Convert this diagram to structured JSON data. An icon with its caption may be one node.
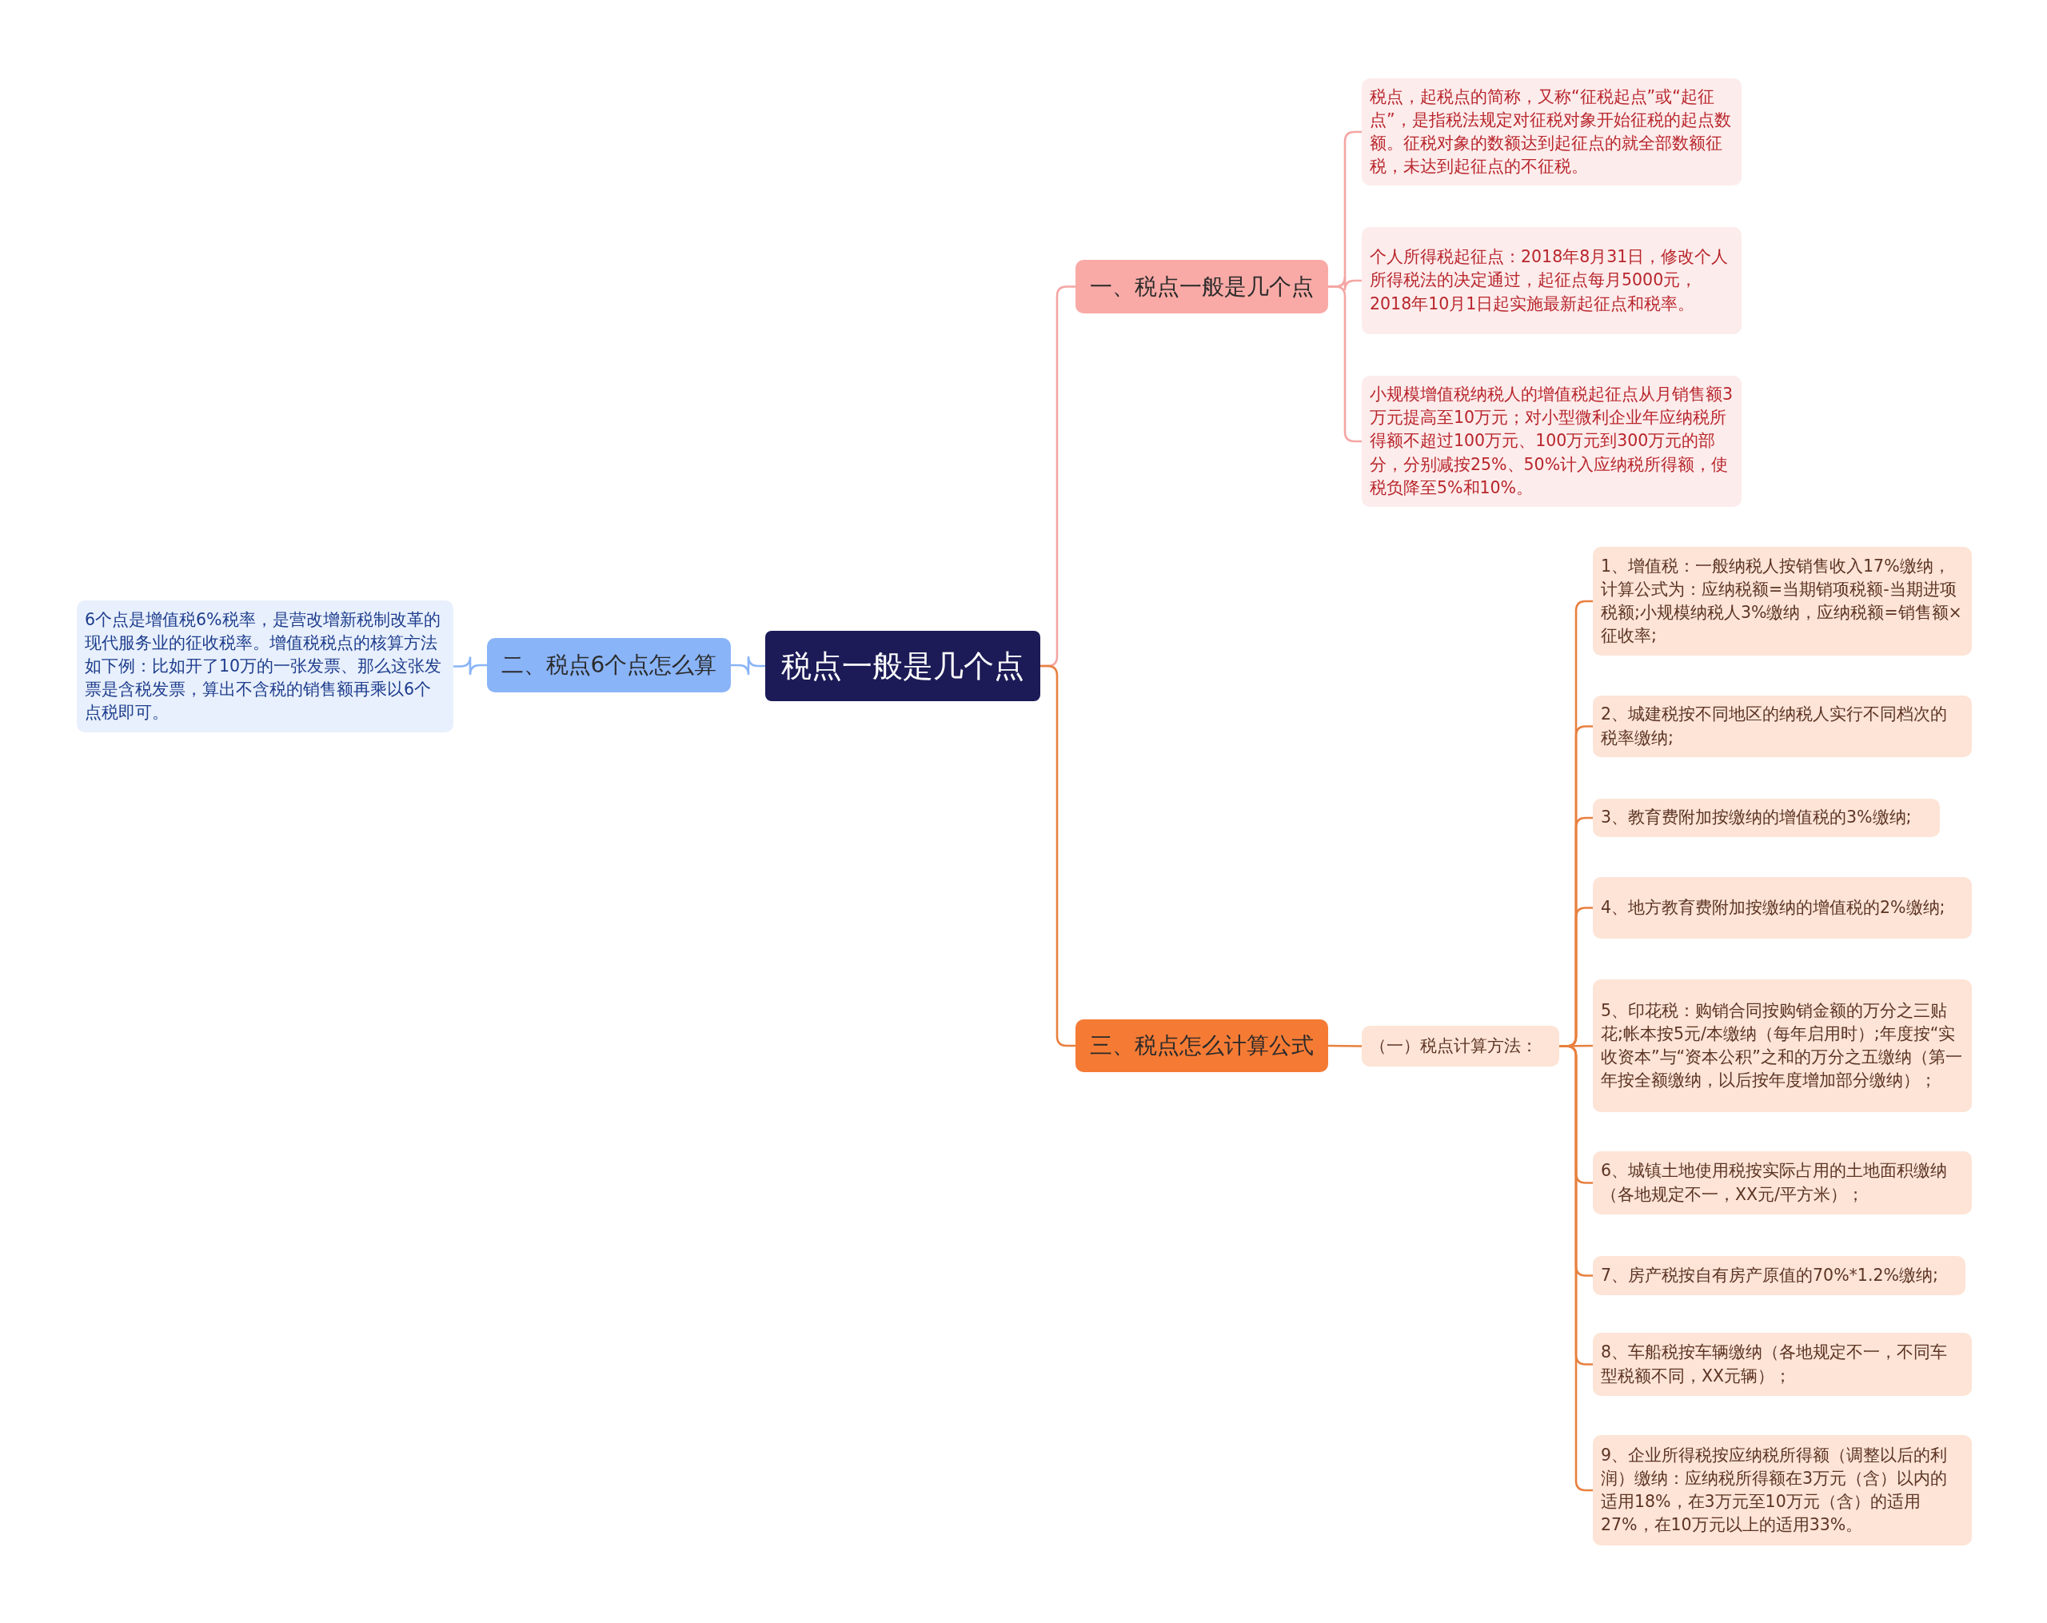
{
  "diagram": {
    "nodes": [
      {
        "text": [
          "税点一般是几个点"
        ]
      },
      {
        "text": [
          "一、税点一般是几个点"
        ]
      },
      {
        "text": [
          "税点，起税点的简称，又称“征税起点”或“起征点”，是指税法规定对征税对象开始征税的起点数额。征税对象的数额达到起征点的就全部数额征税，未达到起征点的不征税。"
        ]
      },
      {
        "text": [
          "个人所得税起征点：2018年8月31日，修改个人所得税法的决定通过，起征点每月5000元，2018年10月1日起实施最新起征点和税率。"
        ]
      },
      {
        "text": [
          "小规模增值税纳税人的增值税起征点从月销售额3万元提高至10万元；对小型微利企业年应纳税所得额不超过100万元、100万元到300万元的部分，分别减按25%、50%计入应纳税所得额，使税负降至5%和10%。"
        ]
      },
      {
        "text": [
          "二、税点6个点怎么算"
        ]
      },
      {
        "text": [
          "6个点是增值税6%税率，是营改增新税制改革的现代服务业的征收税率。增值税税点的核算方法如下例：比如开了10万的一张发票、那么这张发票是含税发票，算出不含税的销售额再乘以6个点税即可。"
        ]
      },
      {
        "text": [
          "三、税点怎么计算公式"
        ]
      },
      {
        "text": [
          "（一）税点计算方法："
        ]
      },
      {
        "text": [
          "1、增值税：一般纳税人按销售收入17%缴纳，计算公式为：应纳税额=当期销项税额-当期进项税额;小规模纳税人3%缴纳，应纳税额=销售额×征收率;"
        ]
      },
      {
        "text": [
          "2、城建税按不同地区的纳税人实行不同档次的税率缴纳;"
        ]
      },
      {
        "text": [
          "3、教育费附加按缴纳的增值税的3%缴纳;"
        ]
      },
      {
        "text": [
          "4、地方教育费附加按缴纳的增值税的2%缴纳;"
        ]
      },
      {
        "text": [
          "5、印花税：购销合同按购销金额的万分之三贴花;帐本按5元/本缴纳（每年启用时）;年度按“实收资本”与“资本公积”之和的万分之五缴纳（第一年按全额缴纳，以后按年度增加部分缴纳）；"
        ]
      },
      {
        "text": [
          "6、城镇土地使用税按实际占用的土地面积缴纳（各地规定不一，XX元/平方米）；"
        ]
      },
      {
        "text": [
          "7、房产税按自有房产原值的70%*1.2%缴纳;"
        ]
      },
      {
        "text": [
          "8、车船税按车辆缴纳（各地规定不一，不同车型税额不同，XX元辆）；"
        ]
      },
      {
        "text": [
          "9、企业所得税按应纳税所得额（调整以后的利润）缴纳：应纳税所得额在3万元（含）以内的适用18%，在3万元至10万元（含）的适用27%，在10万元以上的适用33%。"
        ]
      }
    ],
    "edges": [
      {
        "from": 0,
        "to": 1,
        "arrow": "none",
        "color": "#f4a6a3"
      },
      {
        "from": 1,
        "to": 2,
        "arrow": "none",
        "color": "#f4a6a3"
      },
      {
        "from": 1,
        "to": 3,
        "arrow": "none",
        "color": "#f4a6a3"
      },
      {
        "from": 1,
        "to": 4,
        "arrow": "none",
        "color": "#f4a6a3"
      },
      {
        "from": 0,
        "to": 5,
        "arrow": "none",
        "color": "#8ab4f8"
      },
      {
        "from": 5,
        "to": 6,
        "arrow": "none",
        "color": "#8ab4f8"
      },
      {
        "from": 0,
        "to": 7,
        "arrow": "none"
      },
      {
        "from": 7,
        "to": 8,
        "arrow": "none"
      },
      {
        "from": 8,
        "to": 9,
        "arrow": "none"
      },
      {
        "from": 8,
        "to": 10,
        "arrow": "none"
      },
      {
        "from": 8,
        "to": 11,
        "arrow": "none"
      },
      {
        "from": 8,
        "to": 12,
        "arrow": "none"
      },
      {
        "from": 8,
        "to": 13,
        "arrow": "none"
      },
      {
        "from": 8,
        "to": 14,
        "arrow": "none"
      },
      {
        "from": 8,
        "to": 15,
        "arrow": "none"
      },
      {
        "from": 8,
        "to": 16,
        "arrow": "none"
      },
      {
        "from": 8,
        "to": 17,
        "arrow": "none"
      }
    ]
  }
}
